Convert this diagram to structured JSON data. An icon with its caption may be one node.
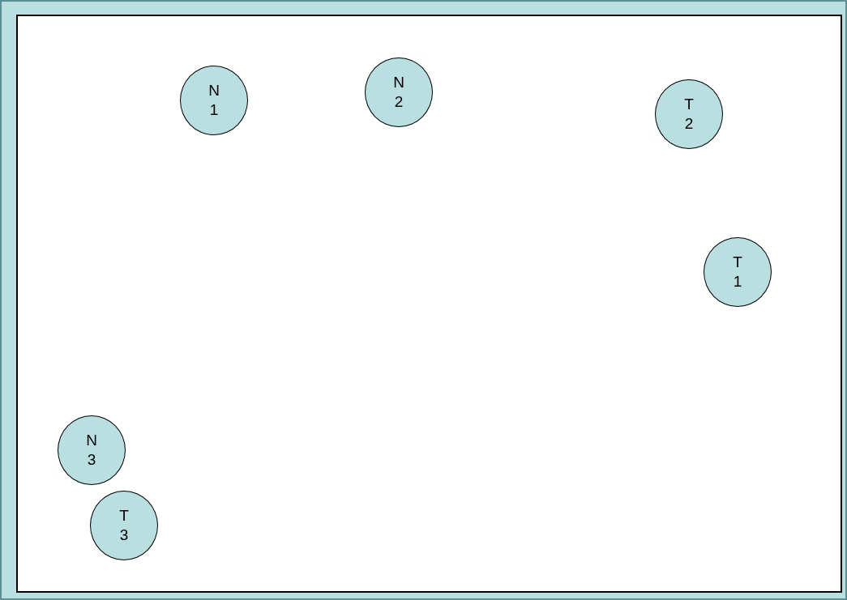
{
  "diagram": {
    "nodes": [
      {
        "text": [
          "N 1"
        ]
      },
      {
        "text": [
          "N 2"
        ]
      },
      {
        "text": [
          "T 2"
        ]
      },
      {
        "text": [
          "T 1"
        ]
      },
      {
        "text": [
          "N 3"
        ]
      },
      {
        "text": [
          "T 3"
        ]
      }
    ]
  }
}
